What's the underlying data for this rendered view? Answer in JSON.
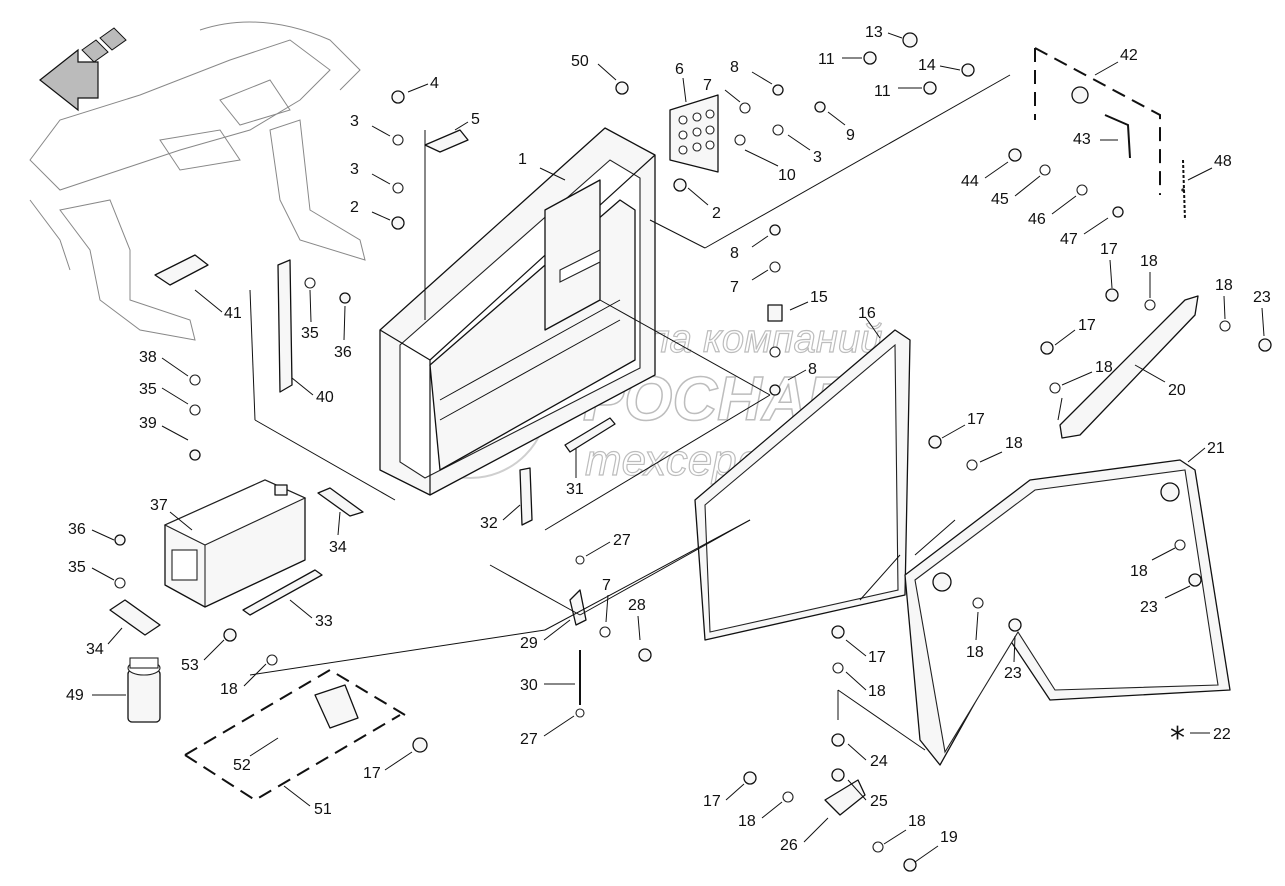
{
  "watermark": {
    "line1": "группа компаний",
    "line2": "АГРОСНАБ",
    "line3": "техсервис"
  },
  "note_symbol": "*",
  "callouts": {
    "c1": "1",
    "c2a": "2",
    "c2b": "2",
    "c3a": "3",
    "c3b": "3",
    "c3c": "3",
    "c4": "4",
    "c5": "5",
    "c6": "6",
    "c7a": "7",
    "c7b": "7",
    "c7c": "7",
    "c8a": "8",
    "c8b": "8",
    "c8c": "8",
    "c9": "9",
    "c10": "10",
    "c11a": "11",
    "c11b": "11",
    "c13": "13",
    "c14": "14",
    "c15": "15",
    "c16": "16",
    "c17a": "17",
    "c17b": "17",
    "c17c": "17",
    "c17d": "17",
    "c17e": "17",
    "c17f": "17",
    "c18a": "18",
    "c18b": "18",
    "c18c": "18",
    "c18d": "18",
    "c18e": "18",
    "c18f": "18",
    "c18g": "18",
    "c18h": "18",
    "c18i": "18",
    "c18j": "18",
    "c19": "19",
    "c20": "20",
    "c21": "21",
    "c22": "22",
    "c23a": "23",
    "c23b": "23",
    "c23c": "23",
    "c24": "24",
    "c25": "25",
    "c26": "26",
    "c27a": "27",
    "c27b": "27",
    "c28": "28",
    "c29": "29",
    "c30": "30",
    "c31": "31",
    "c32": "32",
    "c33": "33",
    "c34a": "34",
    "c34b": "34",
    "c35a": "35",
    "c35b": "35",
    "c35c": "35",
    "c36a": "36",
    "c36b": "36",
    "c37": "37",
    "c38": "38",
    "c39": "39",
    "c40": "40",
    "c41": "41",
    "c42": "42",
    "c43": "43",
    "c44": "44",
    "c45": "45",
    "c46": "46",
    "c47": "47",
    "c48": "48",
    "c49": "49",
    "c50": "50",
    "c51": "51",
    "c52": "52",
    "c53": "53"
  }
}
